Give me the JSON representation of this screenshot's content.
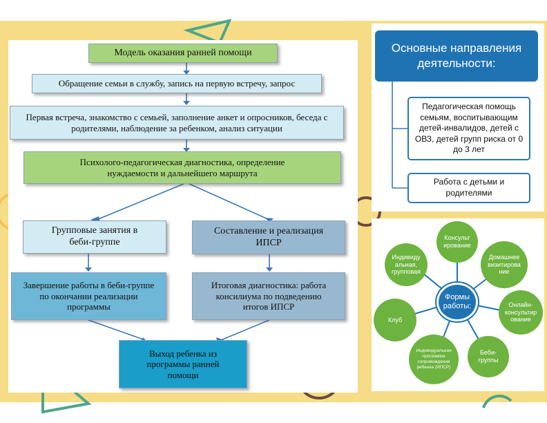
{
  "flowchart": {
    "title": "Модель оказания ранней помощи",
    "step1": "Обращение семьи в службу, запись на первую встречу, запрос",
    "step2": "Первая встреча, знакомство с семьей, заполнение анкет и опросников, беседа с родителями, наблюдение за ребенком, анализ ситуации",
    "step3": "Психолого-педагогическая диагностика, определение нуждаемости и дальнейшего маршрута",
    "left_branch": "Групповые занятия в беби-группе",
    "right_branch": "Составление и реализация ИПСР",
    "left_end": "Завершение работы в беби-группе по окончании реализации программы",
    "right_end": "Итоговая диагностика: работа консилиума по подведению итогов ИПСР",
    "exit": "Выход ребенка из программы ранней помощи"
  },
  "directions": {
    "title": "Основные направления деятельности:",
    "items": [
      "Педагогическая помощь семьям, воспитывающим детей-инвалидов, детей с ОВЗ, детей групп риска от 0 до 3 лет",
      "Работа с детьми и родителями"
    ]
  },
  "forms": {
    "center": "Формы работы:",
    "items": [
      "Консульт ирование",
      "Домашнее визитирова ние",
      "Онлайн- консультир ование",
      "Беби- группы",
      "Индивидуальная программа сопровождения ребенка (ИПСР)",
      "Клуб",
      "Индивиду альная, групповая"
    ]
  },
  "colors": {
    "background": "#f6dc86",
    "title_box": "#a6d47c",
    "header_blue": "#1f73b3",
    "circle_green": "#6db33f"
  }
}
